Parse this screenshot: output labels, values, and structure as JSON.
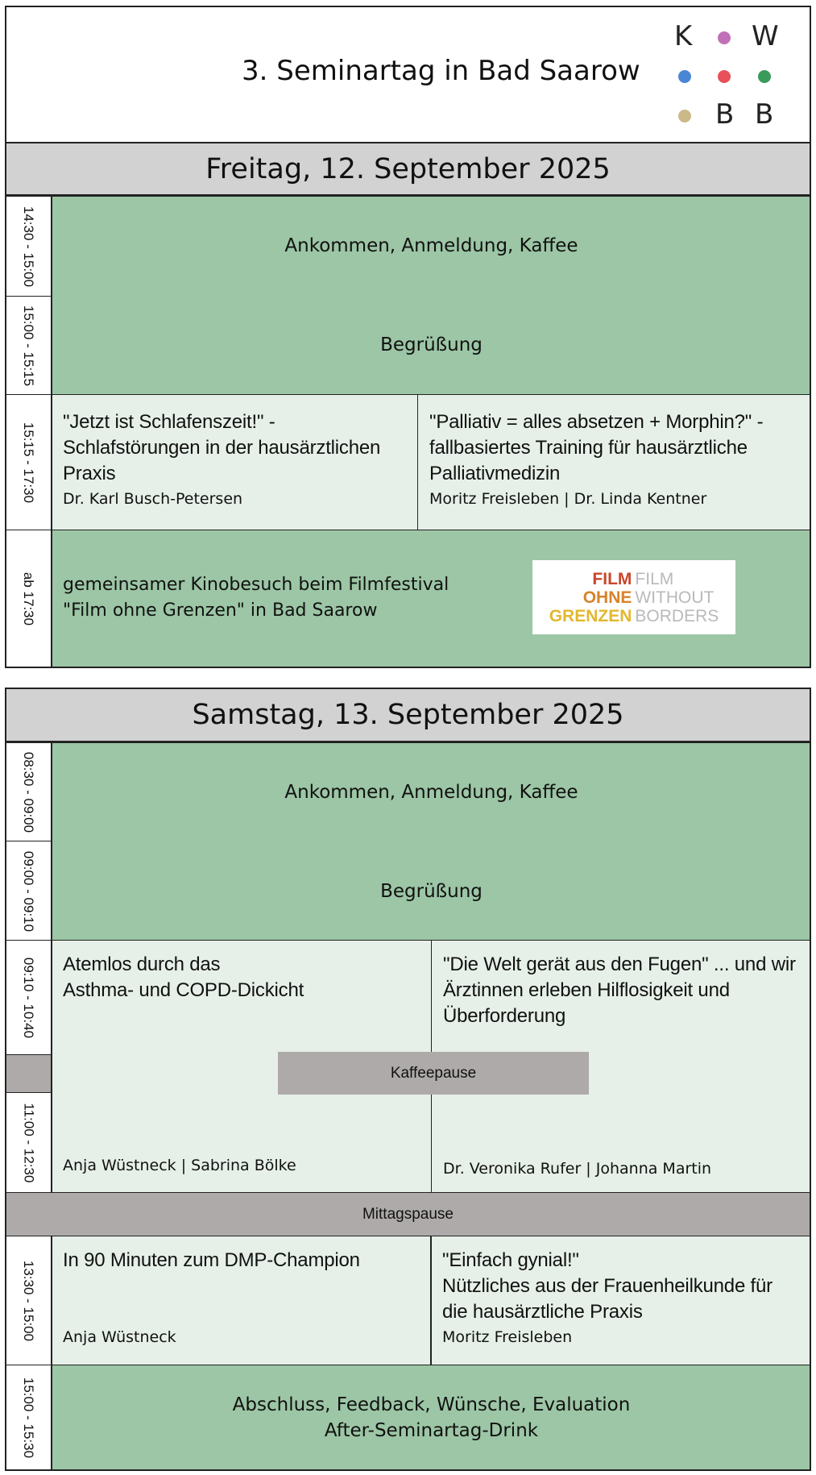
{
  "header": {
    "title": "3. Seminartag in Bad Saarow",
    "logo": {
      "letters": [
        "K",
        "W",
        "B",
        "B"
      ],
      "dot_colors": {
        "purple": "#c070b8",
        "blue": "#4a86d4",
        "red": "#e8505a",
        "green": "#3a9a5a",
        "tan": "#cbb98a"
      }
    }
  },
  "colors": {
    "green": "#9cc6a5",
    "light_green": "#e6f0e8",
    "header_grey": "#d3d2d3",
    "pause_grey": "#aeaaaa"
  },
  "friday": {
    "day": "Freitag, 12. September 2025",
    "times": [
      "14:30 - 15:00",
      "15:00 - 15:15",
      "15:15 - 17:30",
      "ab 17:30"
    ],
    "arrival": "Ankommen, Anmeldung, Kaffee",
    "welcome": "Begrüßung",
    "talk_left": {
      "title_lines": [
        "\"Jetzt ist Schlafenszeit!\" -",
        "Schlafstörungen in der hausärztlichen",
        "Praxis"
      ],
      "speakers": "Dr. Karl Busch-Petersen"
    },
    "talk_right": {
      "title_lines": [
        "\"Palliativ = alles absetzen + Morphin?\" -",
        "fallbasiertes Training für hausärztliche",
        "Palliativmedizin"
      ],
      "speakers": "Moritz Freisleben | Dr. Linda Kentner"
    },
    "cinema": {
      "lines": [
        "gemeinsamer Kinobesuch beim Filmfestival",
        "\"Film ohne Grenzen\" in Bad Saarow"
      ],
      "logo": {
        "left": [
          "FILM",
          "OHNE",
          "GRENZEN"
        ],
        "right": [
          "FILM",
          "WITHOUT",
          "BORDERS"
        ]
      }
    }
  },
  "saturday": {
    "day": "Samstag, 13. September 2025",
    "times": [
      "08:30 - 09:00",
      "09:00 - 09:10",
      "09:10 - 10:40",
      "11:00 - 12:30",
      "13:30 - 15:00",
      "15:00 - 15:30"
    ],
    "arrival": "Ankommen, Anmeldung, Kaffee",
    "welcome": "Begrüßung",
    "workshop_left": {
      "title_lines": [
        "Atemlos durch das",
        "Asthma- und COPD-Dickicht"
      ],
      "speakers": "Anja Wüstneck | Sabrina Bölke"
    },
    "workshop_right": {
      "title_lines": [
        "\"Die Welt gerät aus den Fugen\" ... und wir",
        "Ärztinnen erleben Hilflosigkeit und",
        "Überforderung"
      ],
      "speakers": "Dr. Veronika Rufer | Johanna Martin"
    },
    "coffee_break": "Kaffeepause",
    "lunch_break": "Mittagspause",
    "talk_left": {
      "title_lines": [
        "In 90 Minuten zum DMP-Champion"
      ],
      "speakers": "Anja Wüstneck"
    },
    "talk_right": {
      "title_lines": [
        "\"Einfach gynial!\"",
        "Nützliches aus der Frauenheilkunde für",
        "die hausärztliche Praxis"
      ],
      "speakers": "Moritz Freisleben"
    },
    "closing": {
      "lines": [
        "Abschluss, Feedback, Wünsche, Evaluation",
        "After-Seminartag-Drink"
      ]
    }
  }
}
